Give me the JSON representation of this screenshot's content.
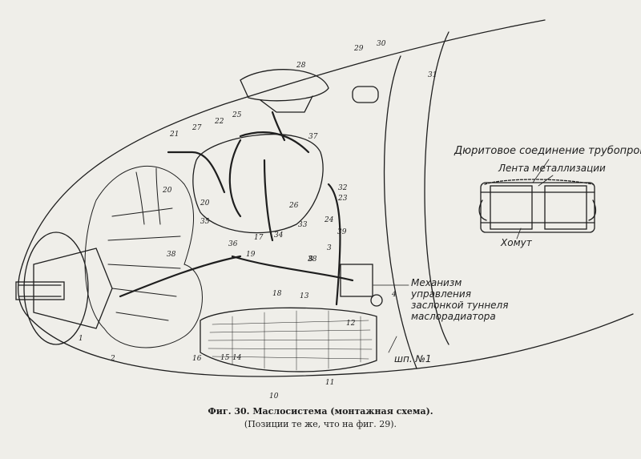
{
  "figure": {
    "caption_title": "Фиг. 30. Маслосистема (монтажная схема).",
    "caption_note": "(Позиции те же, что на фиг. 29)."
  },
  "callouts": [
    "1",
    "2",
    "3",
    "4",
    "8",
    "10",
    "11",
    "12",
    "13",
    "14",
    "15",
    "16",
    "17",
    "18",
    "19",
    "20",
    "20",
    "21",
    "22",
    "23",
    "24",
    "25",
    "26",
    "27",
    "28",
    "29",
    "30",
    "31",
    "32",
    "33",
    "34",
    "35",
    "36",
    "37",
    "38",
    "38",
    "39"
  ],
  "annotations": {
    "dural_joint": "Дюритовое соединение трубопроводов",
    "metal_tape": "Лента металлизации",
    "clamp": "Хомут",
    "mechanism_line1": "Механизм",
    "mechanism_line2": "управления",
    "mechanism_line3": "заслонкой туннеля",
    "mechanism_line4": "маслорадиатора",
    "frame": "шп. №1"
  }
}
